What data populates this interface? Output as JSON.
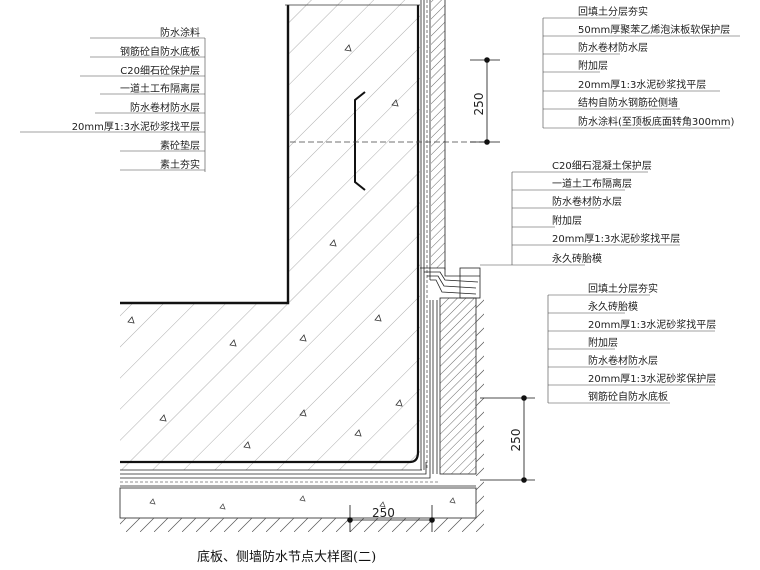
{
  "caption": "底板、侧墙防水节点大样图(二)",
  "left_labels": [
    "防水涂料",
    "钢筋砼自防水底板",
    "C20细石砼保护层",
    "一道土工布隔离层",
    "防水卷材防水层",
    "20mm厚1:3水泥砂浆找平层",
    "素砼垫层",
    "素土夯实"
  ],
  "right_top_labels": [
    "回填土分层夯实",
    "50mm厚聚苯乙烯泡沫板软保护层",
    "防水卷材防水层",
    "附加层",
    "20mm厚1:3水泥砂浆找平层",
    "结构自防水钢筋砼侧墙",
    "防水涂料(至顶板底面转角300mm)"
  ],
  "right_mid_labels": [
    "C20细石混凝土保护层",
    "一道土工布隔离层",
    "防水卷材防水层",
    "附加层",
    "20mm厚1:3水泥砂浆找平层",
    "永久砖胎模"
  ],
  "right_low_labels": [
    "回填土分层夯实",
    "永久砖胎模",
    "20mm厚1:3水泥砂浆找平层",
    "附加层",
    "防水卷材防水层",
    "20mm厚1:3水泥砂浆保护层",
    "钢筋砼自防水底板"
  ],
  "dimensions": {
    "top_vertical": "250",
    "low_vertical": "250",
    "bottom_horizontal": "250"
  }
}
